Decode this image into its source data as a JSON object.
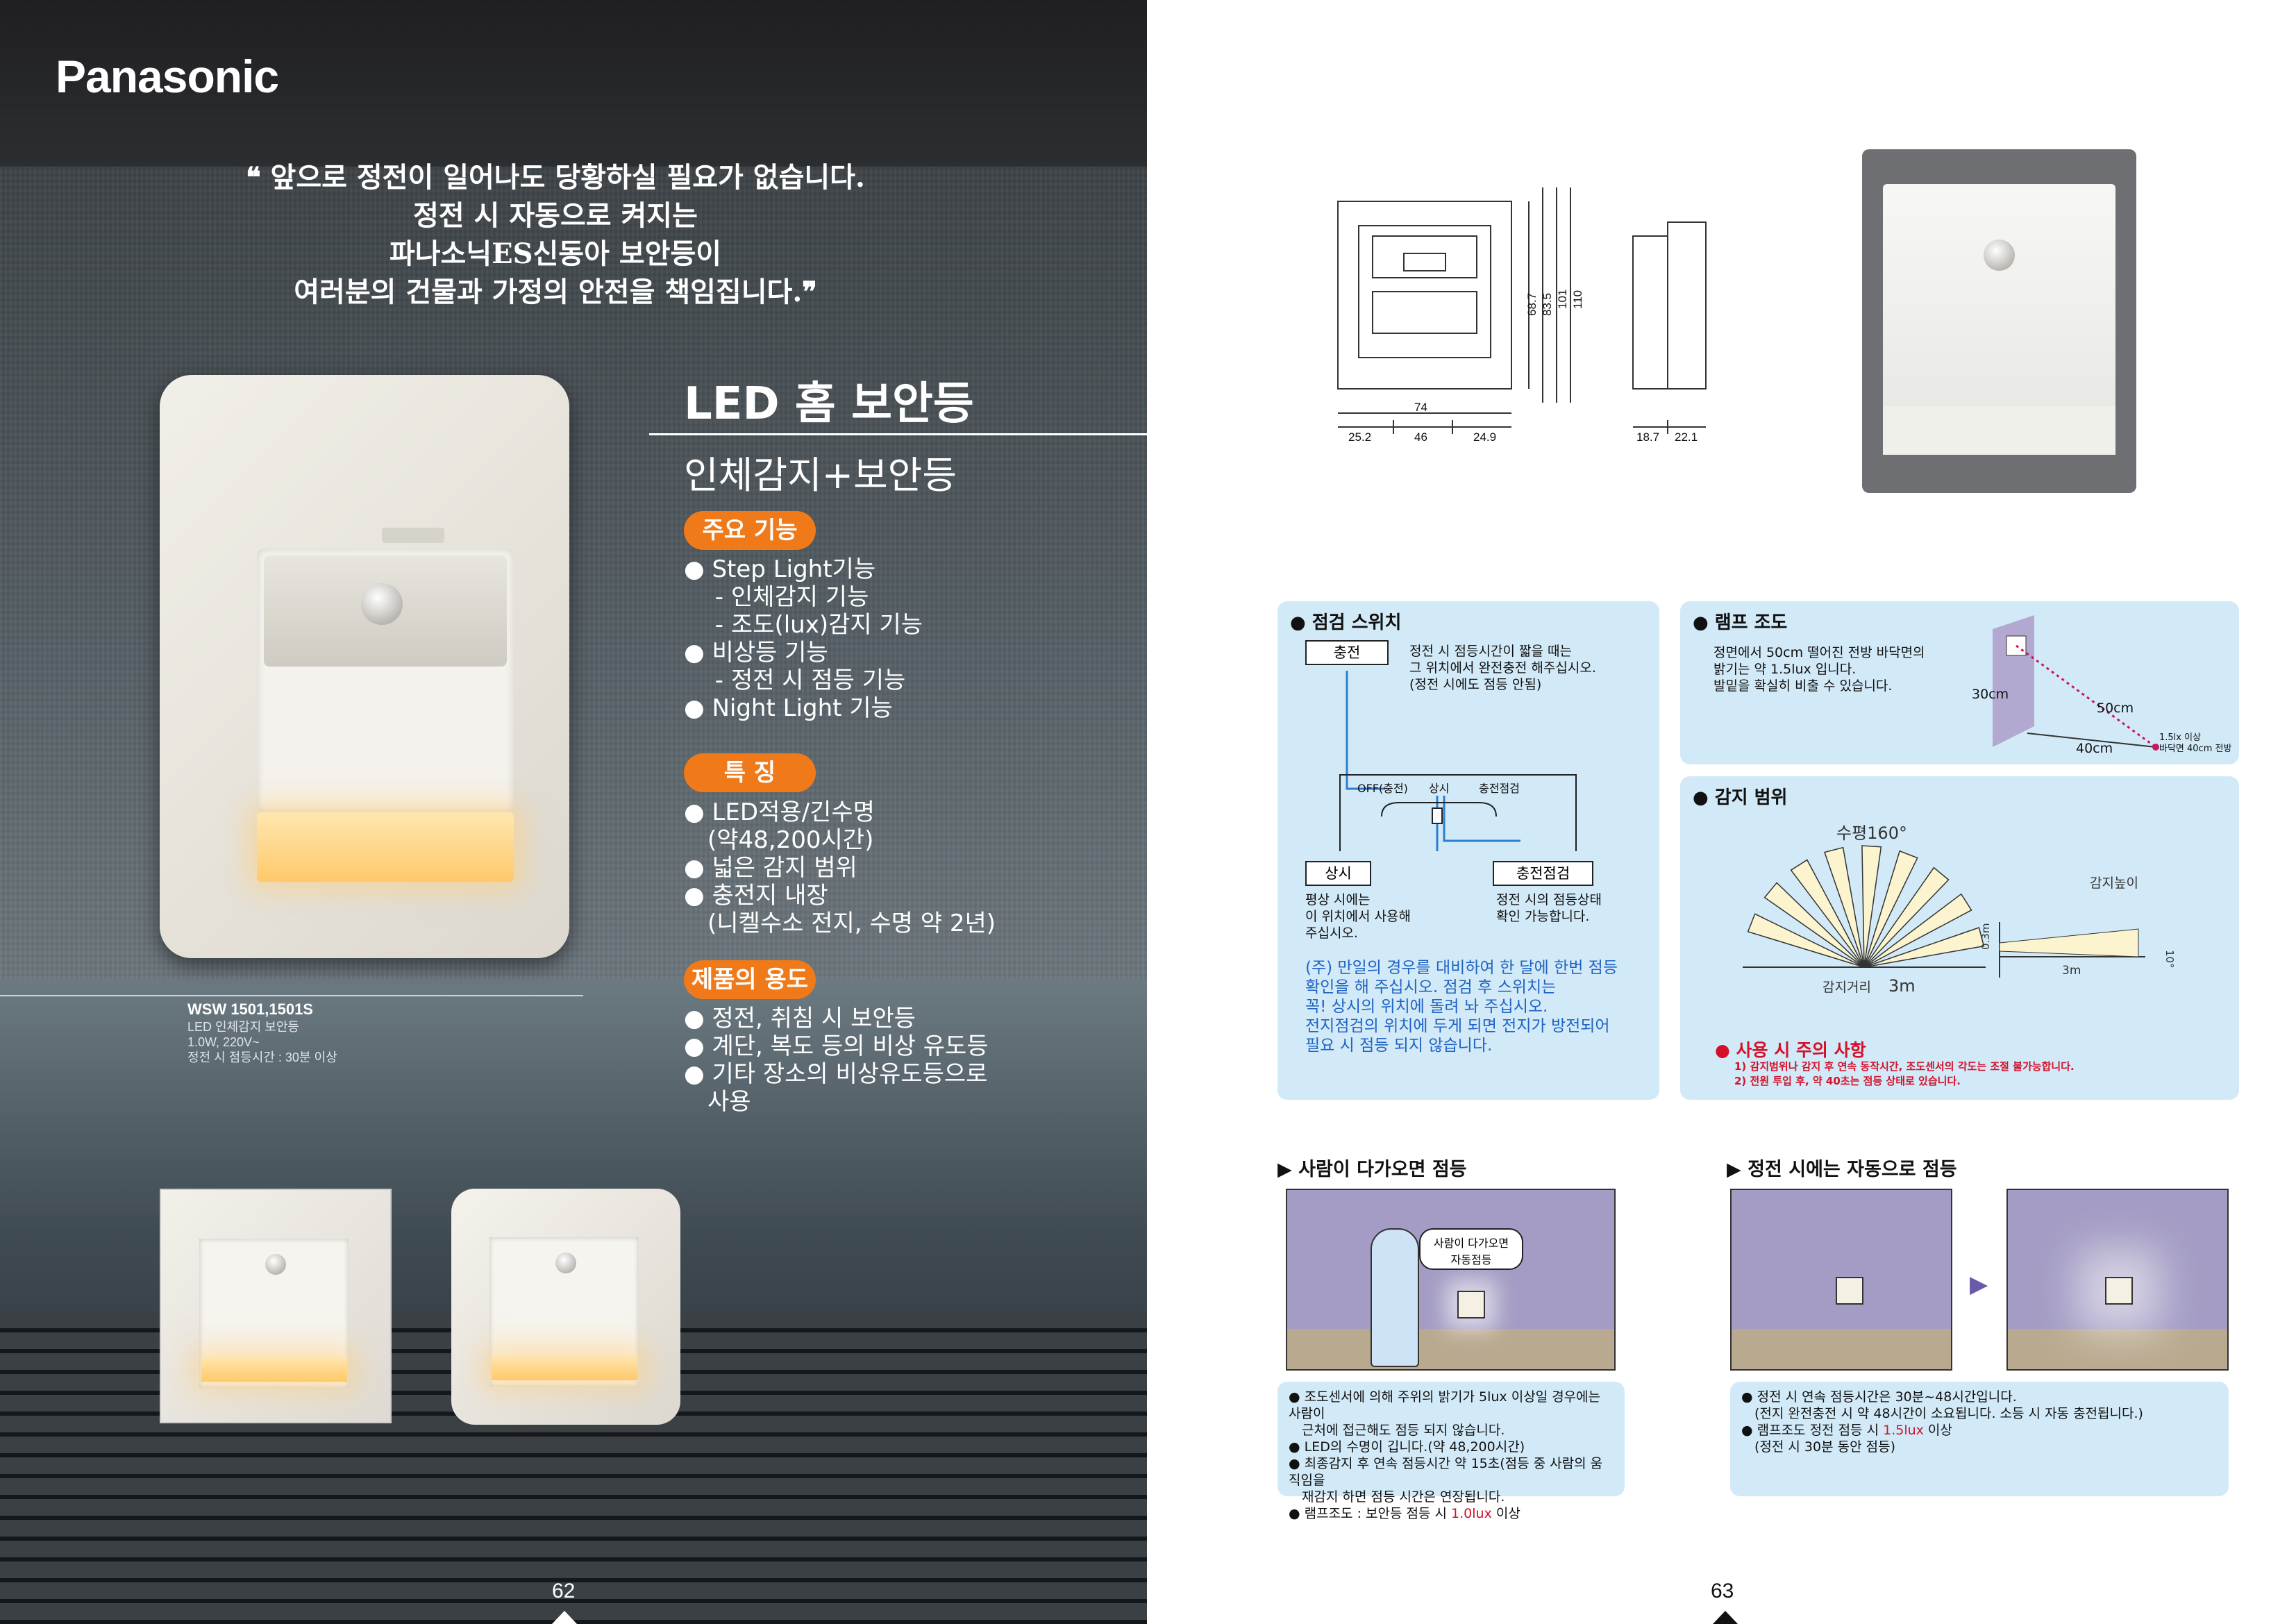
{
  "brand": "Panasonic",
  "quote": {
    "l1": "❝ 앞으로 정전이 일어나도 당황하실 필요가 없습니다.",
    "l2": "정전 시 자동으로 켜지는",
    "l3": "파나소닉ES신동아 보안등이",
    "l4": "여러분의 건물과 가정의 안전을 책임집니다.❞"
  },
  "title": "LED 홈 보안등",
  "subtitle": "인체감지+보안등",
  "sections": {
    "main": {
      "label": "주요 기능",
      "items": [
        "● Step Light기능",
        "　 - 인체감지 기능",
        "　 - 조도(lux)감지 기능",
        "● 비상등 기능",
        "　 - 정전 시 점등 기능",
        "● Night Light 기능"
      ]
    },
    "feat": {
      "label": "특 징",
      "items": [
        "● LED적용/긴수명",
        "　(약48,200시간)",
        "● 넓은 감지 범위",
        "● 충전지 내장",
        "　(니켈수소 전지, 수명 약 2년)"
      ]
    },
    "use": {
      "label": "제품의 용도",
      "items": [
        "● 정전, 취침 시 보안등",
        "● 계단, 복도 등의 비상 유도등",
        "● 기타 장소의 비상유도등으로",
        "　사용"
      ]
    }
  },
  "model": {
    "name": "WSW 1501,1501S",
    "l1": "LED 인체감지 보안등",
    "l2": "1.0W, 220V~",
    "l3": "정전 시 점등시간 : 30분 이상"
  },
  "pages": {
    "left": "62",
    "right": "63"
  },
  "dims": {
    "w": "74",
    "a": "25.2",
    "b": "46",
    "c": "24.9",
    "h1": "68.7",
    "h2": "83.5",
    "h3": "101",
    "h4": "110",
    "d1": "18.7",
    "d2": "22.1"
  },
  "switch": {
    "head": "● 점검 스위치",
    "charge": "충전",
    "charge_desc1": "정전 시 점등시간이 짧을 때는",
    "charge_desc2": "그 위치에서 완전충전 해주십시오.",
    "charge_desc3": "(정전 시에도 점등 안됨)",
    "pos_off": "OFF(충전)",
    "pos_always": "상시",
    "pos_check": "충전점검",
    "always": "상시",
    "always_d1": "평상 시에는",
    "always_d2": "이 위치에서 사용해",
    "always_d3": "주십시오.",
    "check": "충전점검",
    "check_d1": "정전 시의 점등상태",
    "check_d2": "확인 가능합니다.",
    "note1": "(주) 만일의 경우를 대비하여 한 달에 한번 점등",
    "note2": "확인을 해 주십시오. 점검 후 스위치는",
    "note3": "꼭! 상시의 위치에 돌려 놔 주십시오.",
    "note4": "전지점검의 위치에 두게 되면 전지가 방전되어",
    "note5": "필요 시 점등 되지 않습니다."
  },
  "lamp": {
    "head": "● 램프 조도",
    "d1": "정면에서 50cm 떨어진 전방 바닥면의",
    "d2": "밝기는 약 1.5lux 입니다.",
    "d3": "발밑을 확실히 비출 수 있습니다.",
    "h": "30cm",
    "f": "50cm",
    "d": "40cm",
    "lux1": "1.5lx 이상",
    "lux2": "바닥면 40cm 전방"
  },
  "sense": {
    "head": "● 감지 범위",
    "angle": "수평160°",
    "height_lbl": "감지높이",
    "dist_lbl": "감지거리",
    "dist": "3m",
    "h03": "0.3m",
    "deg": "10°",
    "len": "3m",
    "warn": "● 사용 시 주의 사항",
    "w1": "1) 감지범위나 감지 후 연속 동작시간, 조도센서의 각도는 조절 불가능합니다.",
    "w2": "2) 전원 투입 후, 약 40초는 점등 상태로 있습니다."
  },
  "approach": {
    "head": "▶ 사람이 다가오면 점등",
    "bubble1": "사람이 다가오면",
    "bubble2": "자동점등",
    "b1": "● 조도센서에 의해 주위의 밝기가 5lux 이상일 경우에는 사람이",
    "b2": "　근처에 접근해도 점등 되지 않습니다.",
    "b3": "● LED의 수명이 깁니다.(약 48,200시간)",
    "b4": "● 최종감지 후 연속 점등시간 약 15초(점등 중 사람의 움직임을",
    "b5": "　재감지 하면 점등 시간은 연장됩니다.",
    "b6a": "● 램프조도 : 보안등 점등 시 ",
    "b6b": "1.0lux",
    "b6c": " 이상"
  },
  "outage": {
    "head": "▶ 정전 시에는 자동으로 점등",
    "arrow": "▶",
    "b1": "● 정전 시 연속 점등시간은 30분~48시간입니다.",
    "b2": "　(전지 완전충전 시 약 48시간이 소요됩니다. 소등 시 자동 충전됩니다.)",
    "b3a": "● 램프조도 정전 점등 시 ",
    "b3b": "1.5lux",
    "b3c": " 이상",
    "b4": "　(정전 시 30분 동안 점등)"
  },
  "colors": {
    "accent": "#f07a1a",
    "panel": "#d2eaf8",
    "note": "#1f63c4",
    "warn": "#d4102a"
  }
}
